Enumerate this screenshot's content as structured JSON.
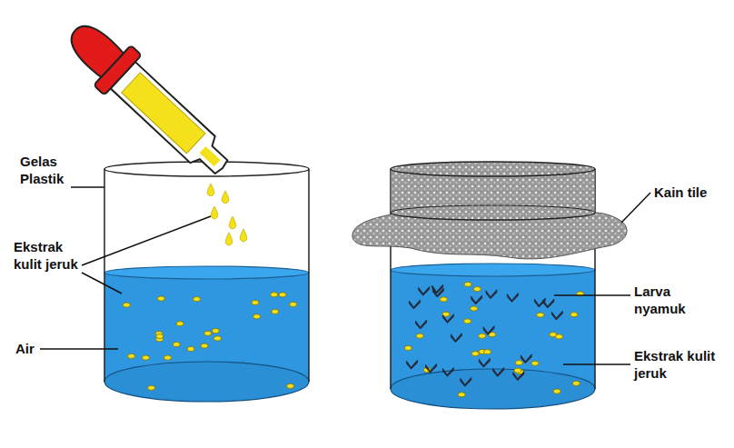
{
  "diagram": {
    "labels": [
      "Gelas Plastik",
      "Ekstrak kulit jeruk",
      "Air",
      "Kain tile",
      "Larva nyamuk",
      "Ekstrak kulit jeruk"
    ]
  }
}
